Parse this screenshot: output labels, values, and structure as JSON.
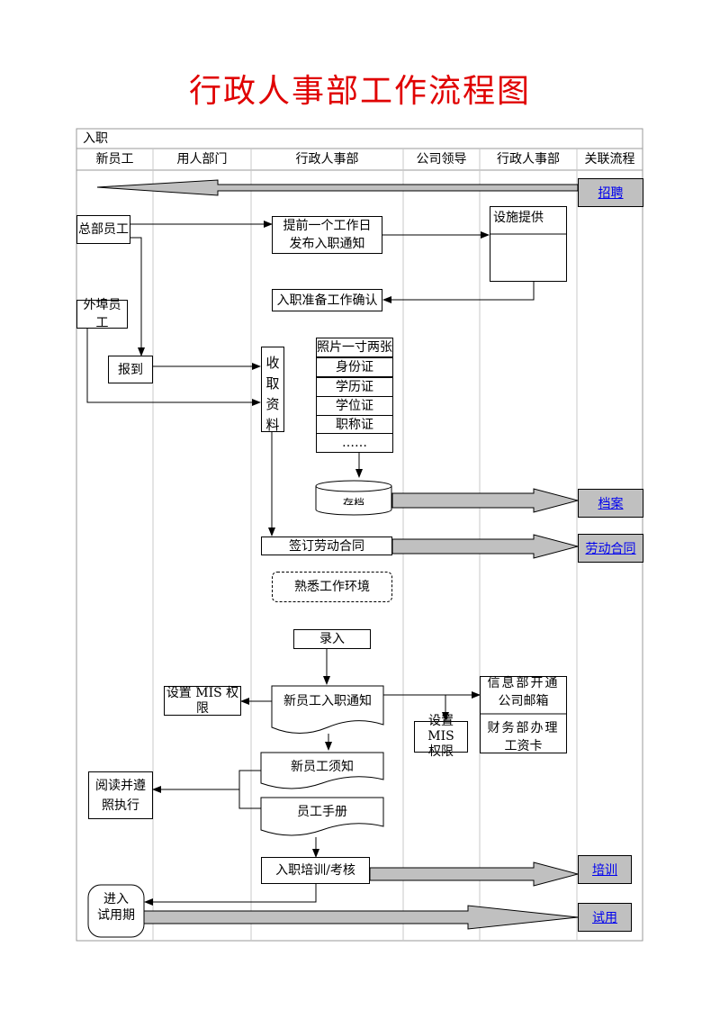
{
  "title": "行政人事部工作流程图",
  "section": "入职",
  "columns": [
    "新员工",
    "用人部门",
    "行政人事部",
    "公司领导",
    "行政人事部",
    "关联流程"
  ],
  "related": {
    "recruit": "招聘",
    "archive": "档案",
    "contract": "劳动合同",
    "training": "培训",
    "probation": "试用"
  },
  "nodes": {
    "hq_staff": "总部员工",
    "remote_staff": "外埠员工",
    "report": "报到",
    "notice_line1": "提前一个工作日",
    "notice_line2": "发布入职通知",
    "facilities": "设施提供",
    "prep_confirm": "入职准备工作确认",
    "collect": [
      "收",
      "取",
      "资",
      "料"
    ],
    "docs": [
      "照片一寸两张",
      "身份证",
      "学历证",
      "学位证",
      "职称证",
      "……"
    ],
    "storage": "存档",
    "sign_contract": "签订劳动合同",
    "familiarize": "熟悉工作环境",
    "enter": "录入",
    "mis_left_line1": "设置 MIS 权",
    "mis_left_line2": "限",
    "newhire_notice": "新员工入职通知",
    "mis_mid_line1": "设置 MIS",
    "mis_mid_line2": "权限",
    "it_line1": "信息部开通",
    "it_line2": "公司邮箱",
    "fin_line1": "财务部办理",
    "fin_line2": "工资卡",
    "newhire_guide": "新员工须知",
    "read_line1": "阅读并遵",
    "read_line2": "照执行",
    "handbook": "员工手册",
    "train_assess": "入职培训/考核",
    "probation_line1": "进入",
    "probation_line2": "试用期"
  }
}
